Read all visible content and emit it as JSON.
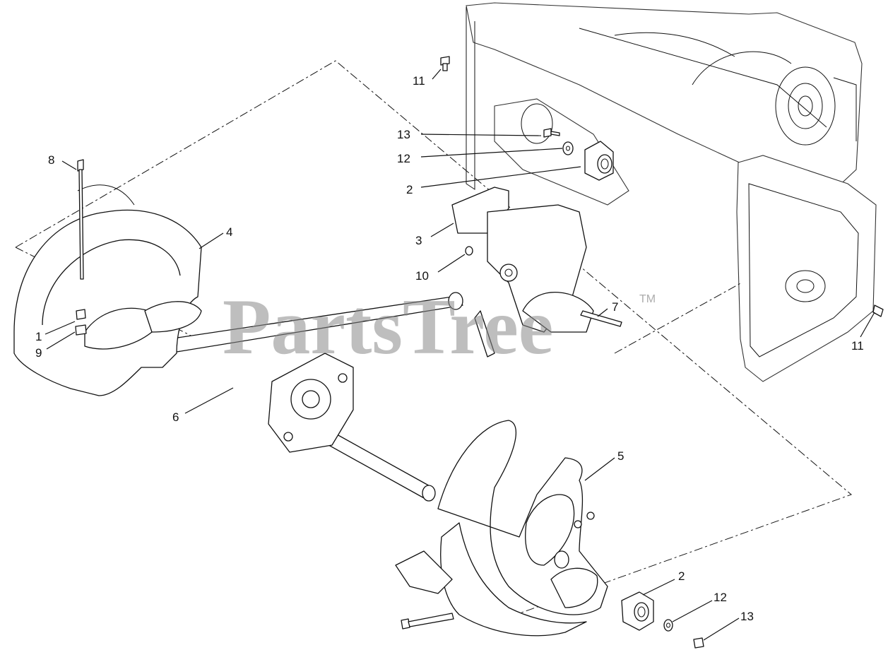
{
  "watermark": {
    "brand": "PartsTree",
    "trademark": "TM"
  },
  "callouts": {
    "c11_top": "11",
    "c13_top": "13",
    "c12_top": "12",
    "c2_top": "2",
    "c8": "8",
    "c4": "4",
    "c3": "3",
    "c10": "10",
    "c7": "7",
    "c1": "1",
    "c9": "9",
    "c11_right": "11",
    "c6": "6",
    "c5": "5",
    "c2_bottom": "2",
    "c12_bottom": "12",
    "c13_bottom": "13"
  }
}
